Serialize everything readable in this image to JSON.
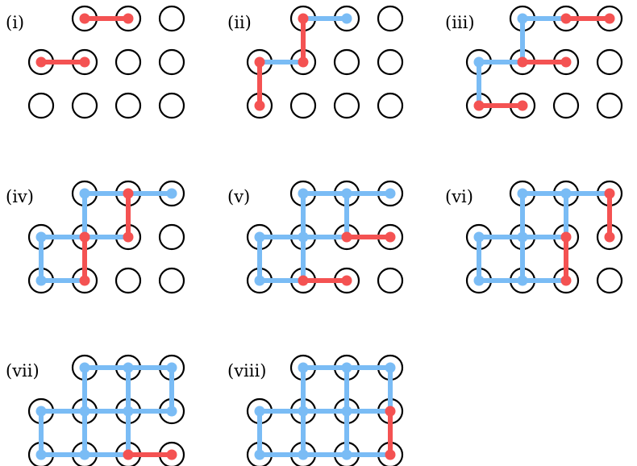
{
  "colors": {
    "background": "#ffffff",
    "ring": "#000000",
    "blue": "#7abcf5",
    "red": "#f45252"
  },
  "panels": [
    {
      "label": "(i)",
      "edges": [
        {
          "from": [
            0,
            1
          ],
          "to": [
            0,
            2
          ],
          "color": "red"
        },
        {
          "from": [
            1,
            0
          ],
          "to": [
            1,
            1
          ],
          "color": "red"
        }
      ]
    },
    {
      "label": "(ii)",
      "edges": [
        {
          "from": [
            0,
            1
          ],
          "to": [
            0,
            2
          ],
          "color": "blue"
        },
        {
          "from": [
            1,
            0
          ],
          "to": [
            1,
            1
          ],
          "color": "blue"
        },
        {
          "from": [
            0,
            1
          ],
          "to": [
            1,
            1
          ],
          "color": "red"
        },
        {
          "from": [
            1,
            0
          ],
          "to": [
            2,
            0
          ],
          "color": "red"
        }
      ]
    },
    {
      "label": "(iii)",
      "edges": [
        {
          "from": [
            0,
            1
          ],
          "to": [
            0,
            2
          ],
          "color": "blue"
        },
        {
          "from": [
            1,
            0
          ],
          "to": [
            1,
            1
          ],
          "color": "blue"
        },
        {
          "from": [
            0,
            1
          ],
          "to": [
            1,
            1
          ],
          "color": "blue"
        },
        {
          "from": [
            1,
            0
          ],
          "to": [
            2,
            0
          ],
          "color": "blue"
        },
        {
          "from": [
            0,
            2
          ],
          "to": [
            0,
            3
          ],
          "color": "red"
        },
        {
          "from": [
            1,
            1
          ],
          "to": [
            1,
            2
          ],
          "color": "red"
        },
        {
          "from": [
            2,
            0
          ],
          "to": [
            2,
            1
          ],
          "color": "red"
        }
      ]
    },
    {
      "label": "(iv)",
      "edges": [
        {
          "from": [
            0,
            1
          ],
          "to": [
            0,
            2
          ],
          "color": "blue"
        },
        {
          "from": [
            0,
            2
          ],
          "to": [
            0,
            3
          ],
          "color": "blue"
        },
        {
          "from": [
            1,
            0
          ],
          "to": [
            1,
            1
          ],
          "color": "blue"
        },
        {
          "from": [
            1,
            1
          ],
          "to": [
            1,
            2
          ],
          "color": "blue"
        },
        {
          "from": [
            2,
            0
          ],
          "to": [
            2,
            1
          ],
          "color": "blue"
        },
        {
          "from": [
            0,
            1
          ],
          "to": [
            1,
            1
          ],
          "color": "blue"
        },
        {
          "from": [
            1,
            0
          ],
          "to": [
            2,
            0
          ],
          "color": "blue"
        },
        {
          "from": [
            0,
            2
          ],
          "to": [
            1,
            2
          ],
          "color": "red"
        },
        {
          "from": [
            1,
            1
          ],
          "to": [
            2,
            1
          ],
          "color": "red"
        }
      ]
    },
    {
      "label": "(v)",
      "edges": [
        {
          "from": [
            0,
            1
          ],
          "to": [
            0,
            2
          ],
          "color": "blue"
        },
        {
          "from": [
            0,
            2
          ],
          "to": [
            0,
            3
          ],
          "color": "blue"
        },
        {
          "from": [
            1,
            0
          ],
          "to": [
            1,
            1
          ],
          "color": "blue"
        },
        {
          "from": [
            1,
            1
          ],
          "to": [
            1,
            2
          ],
          "color": "blue"
        },
        {
          "from": [
            2,
            0
          ],
          "to": [
            2,
            1
          ],
          "color": "blue"
        },
        {
          "from": [
            0,
            1
          ],
          "to": [
            1,
            1
          ],
          "color": "blue"
        },
        {
          "from": [
            1,
            0
          ],
          "to": [
            2,
            0
          ],
          "color": "blue"
        },
        {
          "from": [
            0,
            2
          ],
          "to": [
            1,
            2
          ],
          "color": "blue"
        },
        {
          "from": [
            1,
            1
          ],
          "to": [
            2,
            1
          ],
          "color": "blue"
        },
        {
          "from": [
            1,
            2
          ],
          "to": [
            1,
            3
          ],
          "color": "red"
        },
        {
          "from": [
            2,
            1
          ],
          "to": [
            2,
            2
          ],
          "color": "red"
        }
      ]
    },
    {
      "label": "(vi)",
      "edges": [
        {
          "from": [
            0,
            1
          ],
          "to": [
            0,
            2
          ],
          "color": "blue"
        },
        {
          "from": [
            0,
            2
          ],
          "to": [
            0,
            3
          ],
          "color": "blue"
        },
        {
          "from": [
            1,
            0
          ],
          "to": [
            1,
            1
          ],
          "color": "blue"
        },
        {
          "from": [
            1,
            1
          ],
          "to": [
            1,
            2
          ],
          "color": "blue"
        },
        {
          "from": [
            2,
            0
          ],
          "to": [
            2,
            1
          ],
          "color": "blue"
        },
        {
          "from": [
            2,
            1
          ],
          "to": [
            2,
            2
          ],
          "color": "blue"
        },
        {
          "from": [
            0,
            1
          ],
          "to": [
            1,
            1
          ],
          "color": "blue"
        },
        {
          "from": [
            1,
            0
          ],
          "to": [
            2,
            0
          ],
          "color": "blue"
        },
        {
          "from": [
            0,
            2
          ],
          "to": [
            1,
            2
          ],
          "color": "blue"
        },
        {
          "from": [
            1,
            1
          ],
          "to": [
            2,
            1
          ],
          "color": "blue"
        },
        {
          "from": [
            0,
            3
          ],
          "to": [
            1,
            3
          ],
          "color": "red"
        },
        {
          "from": [
            1,
            2
          ],
          "to": [
            2,
            2
          ],
          "color": "red"
        }
      ]
    },
    {
      "label": "(vii)",
      "edges": [
        {
          "from": [
            0,
            1
          ],
          "to": [
            0,
            2
          ],
          "color": "blue"
        },
        {
          "from": [
            0,
            2
          ],
          "to": [
            0,
            3
          ],
          "color": "blue"
        },
        {
          "from": [
            1,
            0
          ],
          "to": [
            1,
            1
          ],
          "color": "blue"
        },
        {
          "from": [
            1,
            1
          ],
          "to": [
            1,
            2
          ],
          "color": "blue"
        },
        {
          "from": [
            1,
            2
          ],
          "to": [
            1,
            3
          ],
          "color": "blue"
        },
        {
          "from": [
            2,
            0
          ],
          "to": [
            2,
            1
          ],
          "color": "blue"
        },
        {
          "from": [
            2,
            1
          ],
          "to": [
            2,
            2
          ],
          "color": "blue"
        },
        {
          "from": [
            0,
            1
          ],
          "to": [
            1,
            1
          ],
          "color": "blue"
        },
        {
          "from": [
            1,
            0
          ],
          "to": [
            2,
            0
          ],
          "color": "blue"
        },
        {
          "from": [
            0,
            2
          ],
          "to": [
            1,
            2
          ],
          "color": "blue"
        },
        {
          "from": [
            1,
            1
          ],
          "to": [
            2,
            1
          ],
          "color": "blue"
        },
        {
          "from": [
            0,
            3
          ],
          "to": [
            1,
            3
          ],
          "color": "blue"
        },
        {
          "from": [
            1,
            2
          ],
          "to": [
            2,
            2
          ],
          "color": "blue"
        },
        {
          "from": [
            2,
            2
          ],
          "to": [
            2,
            3
          ],
          "color": "red"
        }
      ]
    },
    {
      "label": "(viii)",
      "edges": [
        {
          "from": [
            0,
            1
          ],
          "to": [
            0,
            2
          ],
          "color": "blue"
        },
        {
          "from": [
            0,
            2
          ],
          "to": [
            0,
            3
          ],
          "color": "blue"
        },
        {
          "from": [
            1,
            0
          ],
          "to": [
            1,
            1
          ],
          "color": "blue"
        },
        {
          "from": [
            1,
            1
          ],
          "to": [
            1,
            2
          ],
          "color": "blue"
        },
        {
          "from": [
            1,
            2
          ],
          "to": [
            1,
            3
          ],
          "color": "blue"
        },
        {
          "from": [
            2,
            0
          ],
          "to": [
            2,
            1
          ],
          "color": "blue"
        },
        {
          "from": [
            2,
            1
          ],
          "to": [
            2,
            2
          ],
          "color": "blue"
        },
        {
          "from": [
            2,
            2
          ],
          "to": [
            2,
            3
          ],
          "color": "blue"
        },
        {
          "from": [
            0,
            1
          ],
          "to": [
            1,
            1
          ],
          "color": "blue"
        },
        {
          "from": [
            1,
            0
          ],
          "to": [
            2,
            0
          ],
          "color": "blue"
        },
        {
          "from": [
            0,
            2
          ],
          "to": [
            1,
            2
          ],
          "color": "blue"
        },
        {
          "from": [
            1,
            1
          ],
          "to": [
            2,
            1
          ],
          "color": "blue"
        },
        {
          "from": [
            0,
            3
          ],
          "to": [
            1,
            3
          ],
          "color": "blue"
        },
        {
          "from": [
            1,
            2
          ],
          "to": [
            2,
            2
          ],
          "color": "blue"
        },
        {
          "from": [
            1,
            3
          ],
          "to": [
            2,
            3
          ],
          "color": "red"
        }
      ]
    }
  ]
}
